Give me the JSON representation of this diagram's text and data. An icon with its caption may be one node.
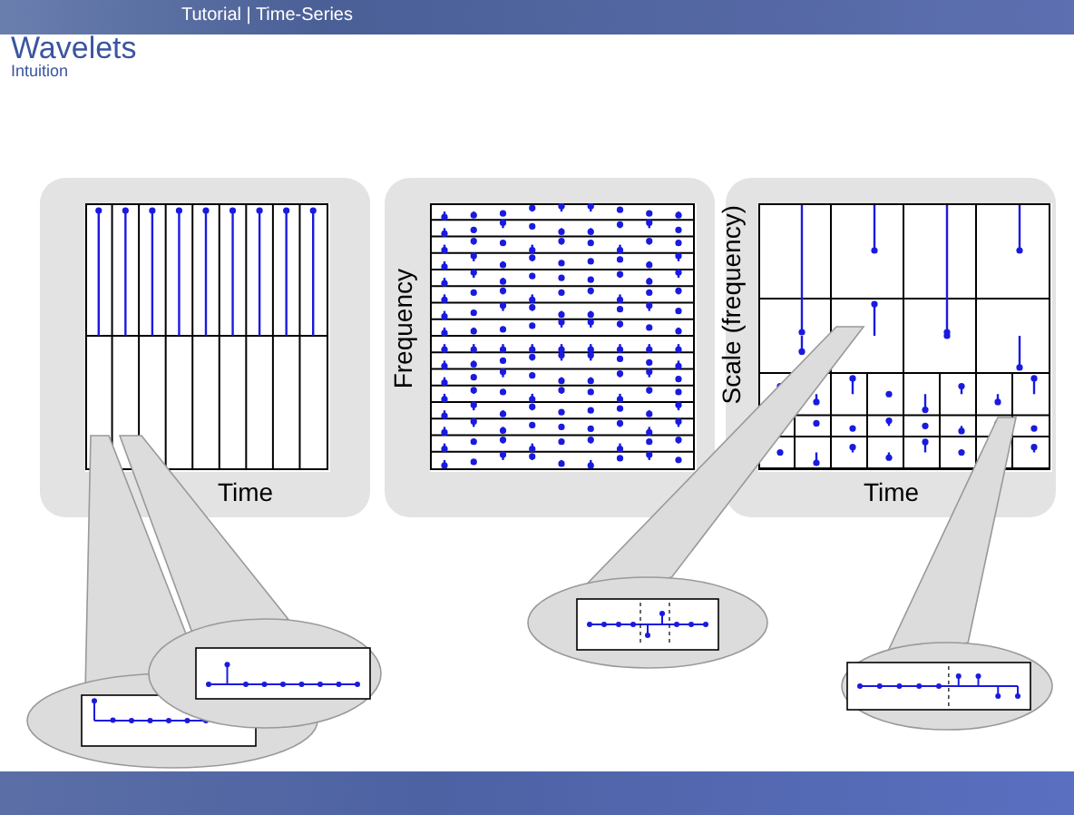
{
  "diagram": {
    "title": "Wavelets",
    "nodes": [
      {
        "text": [
          "Time"
        ]
      },
      {
        "text": [
          "Frequency"
        ]
      },
      {
        "text": [
          "Scale (frequency)",
          "Time"
        ]
      }
    ],
    "edges": [],
    "labels": [
      "Tutorial | Time-Series",
      "Intuition"
    ]
  }
}
